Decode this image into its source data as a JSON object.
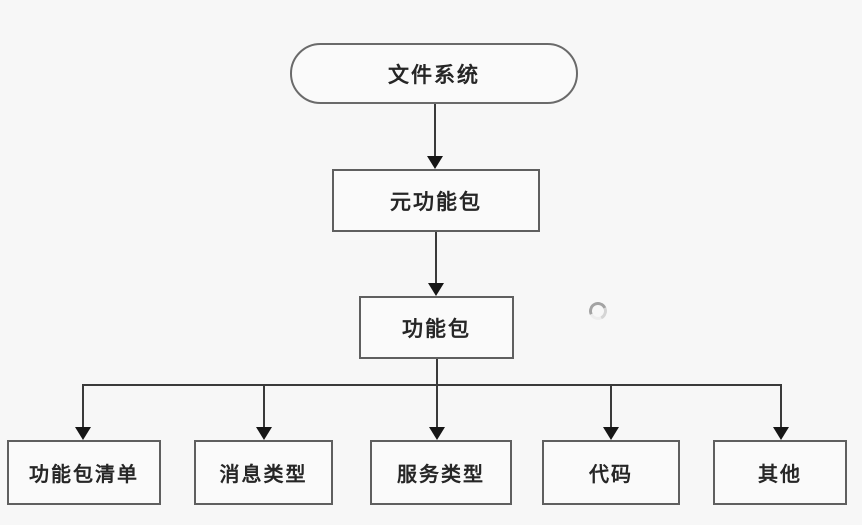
{
  "diagram": {
    "title": "file-system-package-hierarchy",
    "nodes": {
      "root": {
        "label": "文件系统",
        "shape": "stadium"
      },
      "meta_package": {
        "label": "元功能包",
        "shape": "rect"
      },
      "package": {
        "label": "功能包",
        "shape": "rect"
      },
      "leaves": [
        {
          "label": "功能包清单"
        },
        {
          "label": "消息类型"
        },
        {
          "label": "服务类型"
        },
        {
          "label": "代码"
        },
        {
          "label": "其他"
        }
      ]
    },
    "edges": [
      {
        "from": "文件系统",
        "to": "元功能包"
      },
      {
        "from": "元功能包",
        "to": "功能包"
      },
      {
        "from": "功能包",
        "to": "功能包清单"
      },
      {
        "from": "功能包",
        "to": "消息类型"
      },
      {
        "from": "功能包",
        "to": "服务类型"
      },
      {
        "from": "功能包",
        "to": "代码"
      },
      {
        "from": "功能包",
        "to": "其他"
      }
    ],
    "colors": {
      "background": "#f7f7f7",
      "node_border": "#5f5f5f",
      "connector": "#3a3a3a",
      "arrowhead": "#161616",
      "text": "#262626"
    }
  }
}
